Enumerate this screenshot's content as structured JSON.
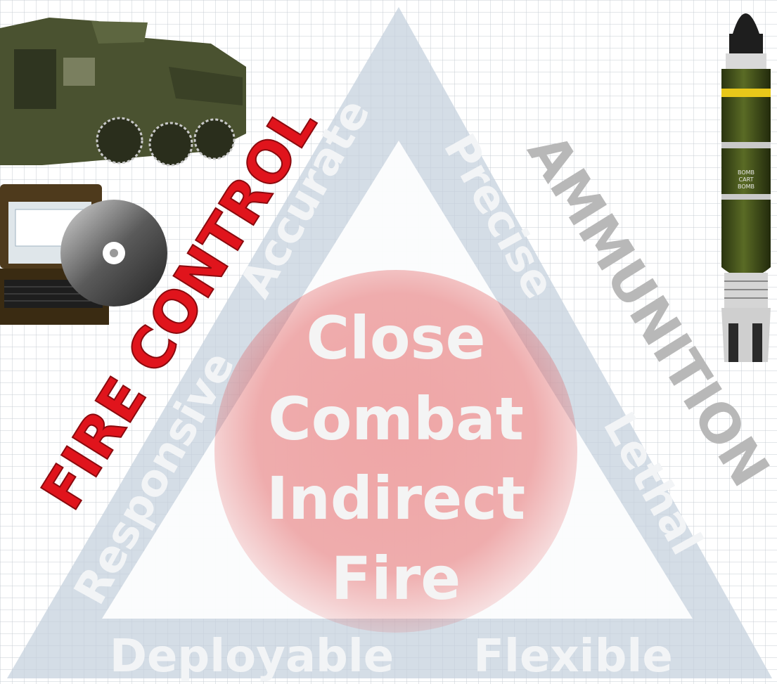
{
  "triangle": {
    "sides": {
      "left": [
        "Responsive",
        "Accurate"
      ],
      "right": [
        "Precise",
        "Lethal"
      ],
      "bottom": [
        "Deployable",
        "Flexible"
      ]
    }
  },
  "center": {
    "lines": [
      "Close",
      "Combat",
      "Indirect",
      "Fire"
    ]
  },
  "outer_labels": {
    "left": "FIRE CONTROL",
    "right": "AMMUNITION"
  },
  "shell_markings": [
    "BOMB",
    "CART",
    "BOMB"
  ],
  "colors": {
    "grid": "#c7ccd3",
    "triangle": "#c6d2dd",
    "circle": "#e04b4b",
    "fire_control": "#e0141c",
    "ammunition": "#b8b8b8",
    "vehicle": "#4a5230",
    "shell": "#3b4a18",
    "shell_band": "#e8c81a"
  },
  "icons": [
    "grid-background",
    "armored-vehicle-icon",
    "laptop-icon",
    "disc-icon",
    "mortar-round-icon"
  ]
}
